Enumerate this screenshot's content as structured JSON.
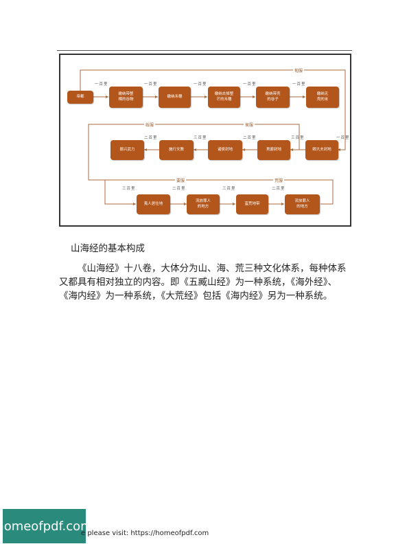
{
  "diagram": {
    "zones": {
      "dian": "甸服",
      "hou": "侯服",
      "sui": "绥服",
      "yao": "要服",
      "huang": "荒服"
    },
    "nodes": [
      "帝都",
      "缴纳带整\n棵的谷物",
      "缴纳禾穗",
      "缴纳去掉整\n芒的禾穗",
      "缴纳带壳\n的谷子",
      "缴纳无\n壳的米",
      "卿大夫封地",
      "男爵封地",
      "诸侯封地",
      "施行文教",
      "振兴武力",
      "夷人居住地",
      "流放罪人\n的地方",
      "蛮荒地带",
      "流放罪人\n的地方"
    ],
    "distances": {
      "row1": [
        "一百里",
        "一百里",
        "一百里",
        "一百里",
        "一百里"
      ],
      "row2": [
        "一百里",
        "三百里",
        "二百里",
        "三百里",
        "二百里"
      ],
      "row3": [
        "三百里",
        "二百里",
        "三百里",
        "二百里"
      ]
    }
  },
  "caption": "山海经的基本构成",
  "paragraph": [
    "《山海经》十八卷，大体分为山、海、荒三种文化体系，每种体系",
    "又都具有相对独立的内容。即《五臧山经》为一种系统，《海外经》、",
    "《海内经》为一种系统，《大荒经》包括《海内经》另为一种系统。"
  ],
  "logo_text": "homeofpdf.com",
  "footer": "e please visit: https://homeofpdf.com"
}
